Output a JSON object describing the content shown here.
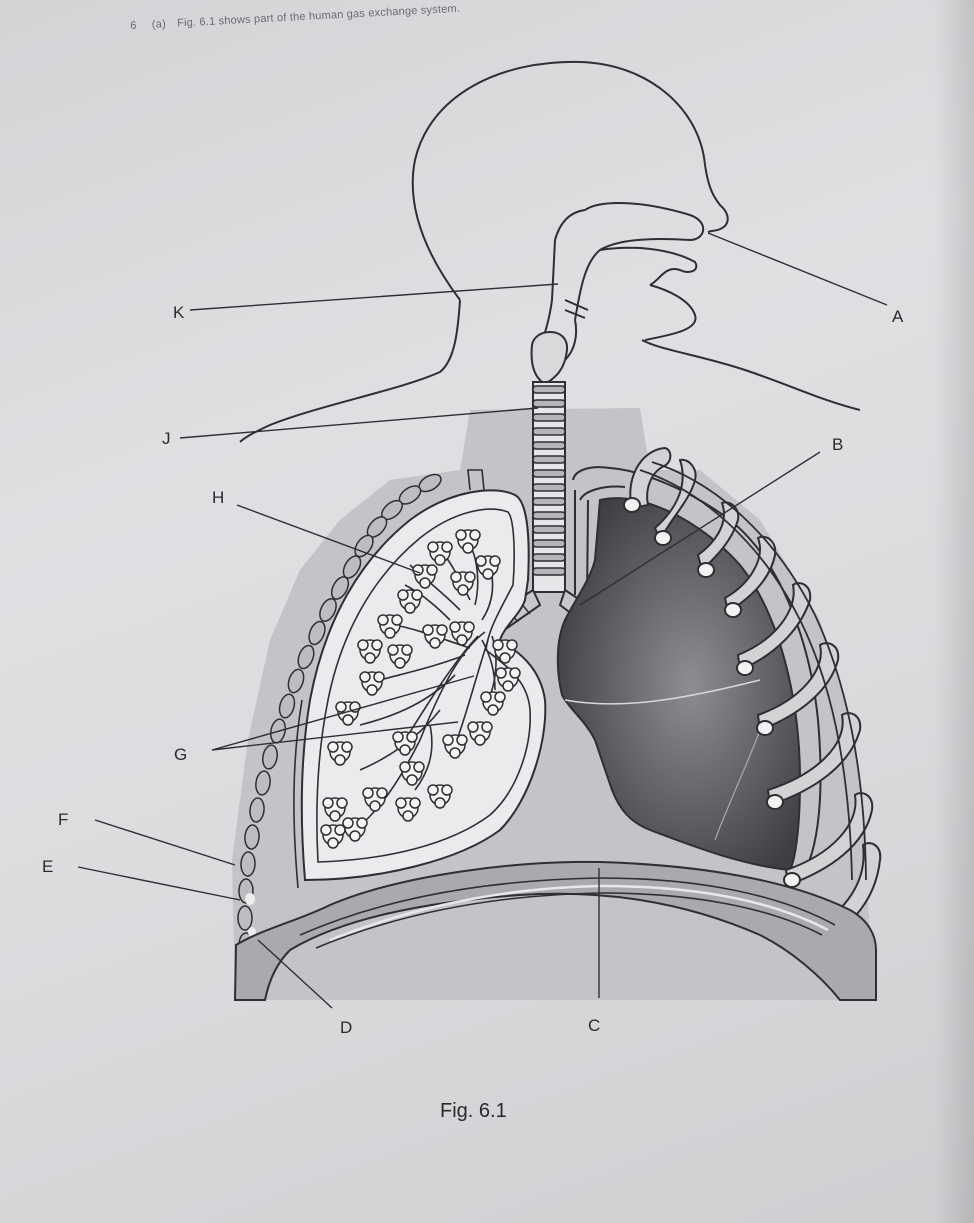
{
  "header": {
    "question_number": "6",
    "part": "(a)",
    "text": "Fig. 6.1 shows part of the human gas exchange system."
  },
  "labels": {
    "A": "A",
    "B": "B",
    "C": "C",
    "D": "D",
    "E": "E",
    "F": "F",
    "G": "G",
    "H": "H",
    "J": "J",
    "K": "K"
  },
  "caption": "Fig. 6.1"
}
